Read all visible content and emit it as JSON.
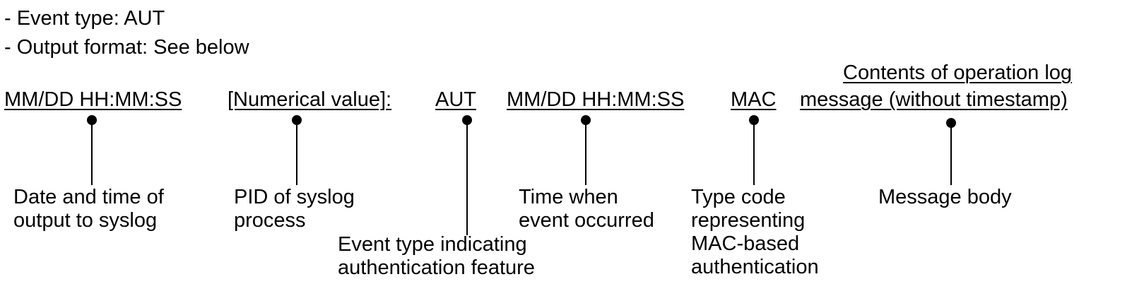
{
  "header": {
    "line1": "- Event type: AUT",
    "line2": "- Output format: See below"
  },
  "format_fields": {
    "timestamp": "MM/DD HH:MM:SS",
    "pid": "[Numerical value]:",
    "event_type": "AUT",
    "event_time": "MM/DD HH:MM:SS",
    "type_code": "MAC",
    "message_line1": "Contents of operation log",
    "message_line2": "message (without timestamp)"
  },
  "descriptions": {
    "timestamp": [
      "Date and time of",
      "output to syslog"
    ],
    "pid": [
      "PID of syslog",
      "process"
    ],
    "event_type": [
      "Event type indicating",
      "authentication feature"
    ],
    "event_time": [
      "Time when",
      "event occurred"
    ],
    "type_code": [
      "Type code",
      "representing",
      "MAC-based",
      "authentication"
    ],
    "message": [
      "Message body"
    ]
  }
}
